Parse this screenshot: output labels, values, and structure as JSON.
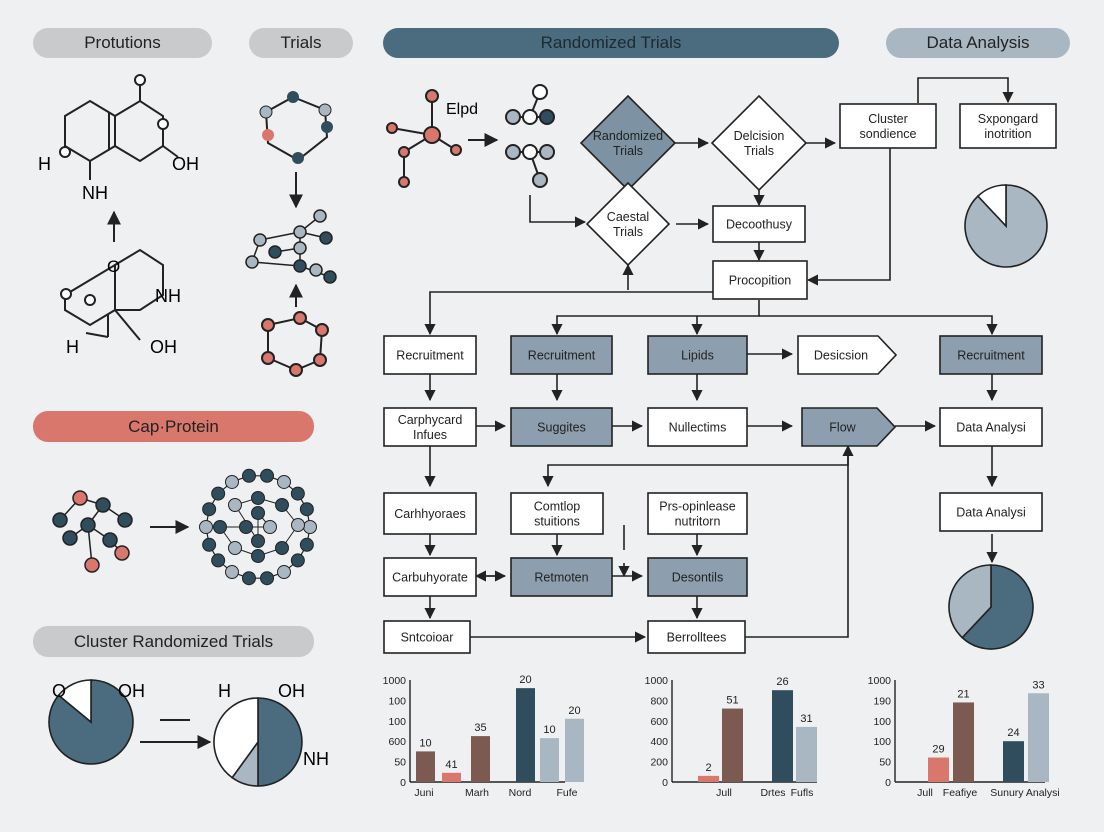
{
  "headers": {
    "protutions": "Protutions",
    "trials": "Trials",
    "randomized_trials": "Randomized Trials",
    "data_analysis": "Data Analysis",
    "cap_protein": "Cap·Protein",
    "cluster_randomized_trials": "Cluster Randomized Trials"
  },
  "molecules": {
    "top": {
      "h": "H",
      "nh": "NH",
      "oh": "OH"
    },
    "bottom": {
      "nh": "NH",
      "h": "H",
      "oh": "OH"
    },
    "elpd": "Elpd",
    "pie_left": {
      "o": "O",
      "oh": "OH"
    },
    "pie_right": {
      "h": "H",
      "oh": "OH",
      "nh": "NH"
    }
  },
  "flow": {
    "randomized_trials": "Randomized|Trials",
    "decision_trials": "Delcision|Trials",
    "cluster_sondence": "Cluster|sondience",
    "sxpongard": "Sxpongard|inotrition",
    "caestal_trials": "Caestal|Trials",
    "decoothusy": "Decoothusy",
    "procopition": "Procopition",
    "recruitment_1": "Recruitment",
    "recruitment_2": "Recruitment",
    "lipids": "Lipids",
    "desicsion": "Desicsion",
    "recruitment_3": "Recruitment",
    "carphycard": "Carphycard|Infues",
    "suggites": "Suggites",
    "nullectims": "Nullectims",
    "flow": "Flow",
    "data_analysi_1": "Data Analysi",
    "carhhyoraes": "Carhhyoraes",
    "comtlop": "Comtlop|stuitions",
    "prs_opinlease": "Prs-opinlease|nutritorn",
    "data_analysi_2": "Data Analysi",
    "carbuhyorate": "Carbuhyorate",
    "retmoten": "Retmoten",
    "desontils": "Desontils",
    "sntcoioar": "Sntcoioar",
    "berrolltees": "Berrolltees"
  },
  "chart_data": [
    {
      "type": "bar",
      "title": "",
      "y_ticks": [
        "1000",
        "100",
        "100",
        "600",
        "50",
        "0"
      ],
      "x_tick_labels": [
        "Juni",
        "Marh",
        "Nord",
        "Fufe"
      ],
      "ylim": [
        0,
        1000
      ],
      "bars": [
        {
          "value": 300,
          "label": "10",
          "color": "#7c5a52"
        },
        {
          "value": 90,
          "label": "41",
          "color": "#d9776d"
        },
        {
          "value": 450,
          "label": "35",
          "color": "#7c5a52"
        },
        {
          "value": 920,
          "label": "20",
          "color": "#2f4d5c"
        },
        {
          "value": 430,
          "label": "10",
          "color": "#a9b7c3"
        },
        {
          "value": 620,
          "label": "20",
          "color": "#a9b7c3"
        }
      ]
    },
    {
      "type": "bar",
      "title": "",
      "y_ticks": [
        "1000",
        "800",
        "600",
        "400",
        "200",
        "0"
      ],
      "x_tick_labels": [
        "Jull",
        "Drtes",
        "Fufls"
      ],
      "ylim": [
        0,
        1000
      ],
      "bars": [
        {
          "value": 60,
          "label": "2",
          "color": "#d9776d"
        },
        {
          "value": 720,
          "label": "51",
          "color": "#7c5a52"
        },
        {
          "value": 900,
          "label": "26",
          "color": "#2f4d5c"
        },
        {
          "value": 540,
          "label": "31",
          "color": "#a9b7c3"
        }
      ]
    },
    {
      "type": "bar",
      "title": "",
      "y_ticks": [
        "1000",
        "190",
        "100",
        "100",
        "50",
        "0"
      ],
      "x_tick_labels": [
        "Jull",
        "Feafiye",
        "Sunury Analysi"
      ],
      "ylim": [
        0,
        1000
      ],
      "bars": [
        {
          "value": 240,
          "label": "29",
          "color": "#d9776d"
        },
        {
          "value": 780,
          "label": "21",
          "color": "#7c5a52"
        },
        {
          "value": 400,
          "label": "24",
          "color": "#2f4d5c"
        },
        {
          "value": 870,
          "label": "33",
          "color": "#a9b7c3"
        }
      ]
    }
  ],
  "pies": {
    "top_right": {
      "slices": [
        0.88,
        0.12
      ]
    },
    "mid_right": {
      "slices": [
        0.62,
        0.38
      ]
    },
    "left_bottom": {
      "slices": [
        0.86,
        0.14
      ]
    },
    "right_bottom": {
      "slices": [
        0.5,
        0.1,
        0.4
      ]
    }
  }
}
